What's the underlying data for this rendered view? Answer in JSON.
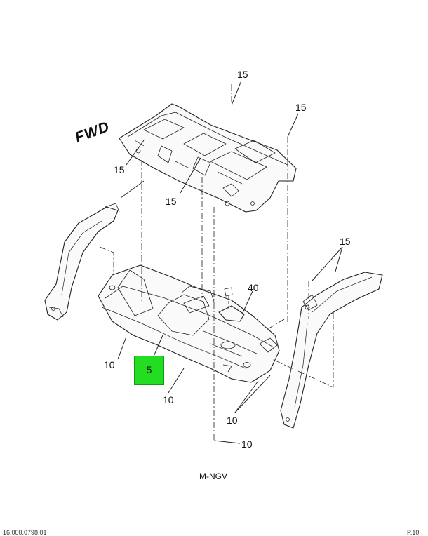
{
  "diagram": {
    "orientation_label": "FWD",
    "highlight_color": "#22dd22",
    "callouts": [
      {
        "id": "c15a",
        "text": "15"
      },
      {
        "id": "c15b",
        "text": "15"
      },
      {
        "id": "c15c",
        "text": "15"
      },
      {
        "id": "c15d",
        "text": "15"
      },
      {
        "id": "c15e",
        "text": "15"
      },
      {
        "id": "c40",
        "text": "40"
      },
      {
        "id": "c10a",
        "text": "10"
      },
      {
        "id": "c10b",
        "text": "10"
      },
      {
        "id": "c10c",
        "text": "10"
      },
      {
        "id": "c10d",
        "text": "10"
      },
      {
        "id": "c5",
        "text": "5"
      }
    ],
    "footer_code": "M-NGV",
    "bottom_left_text": "16.000.0798.01",
    "bottom_right_text": "P.10"
  }
}
